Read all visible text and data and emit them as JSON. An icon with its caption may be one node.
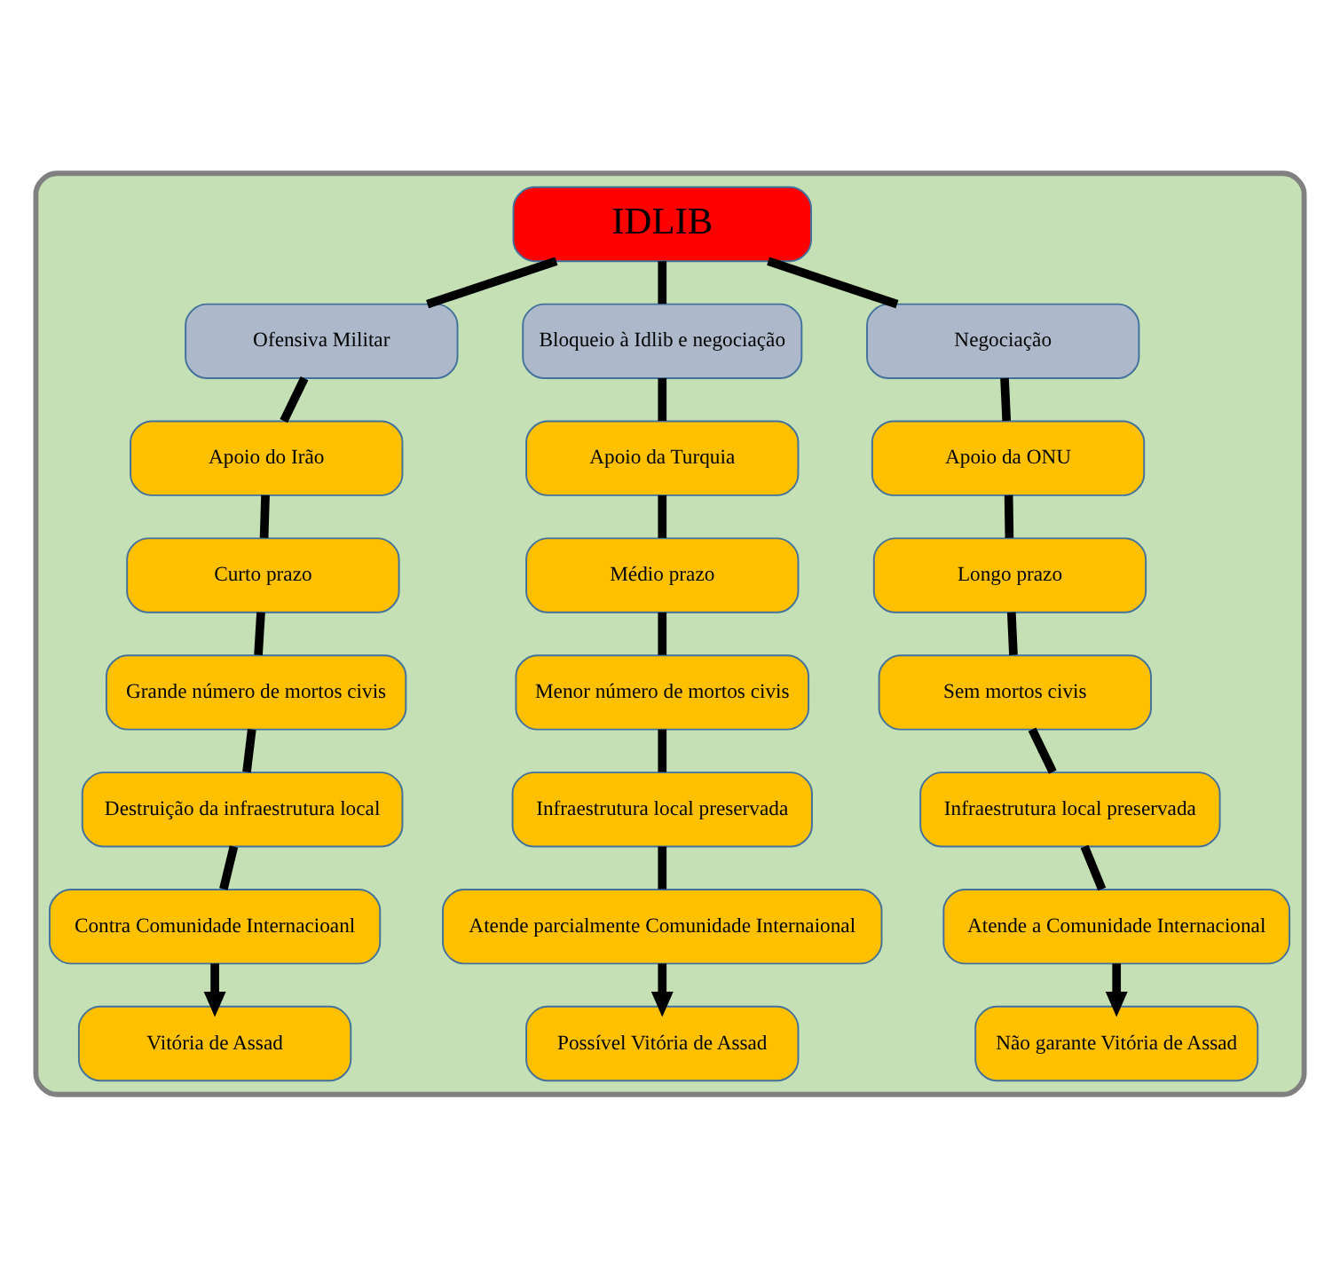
{
  "diagram": {
    "nodes": [
      {
        "text": [],
        "shape": "box"
      },
      {
        "text": [
          "IDLIB"
        ],
        "in": 0
      },
      {
        "text": [
          "Ofensiva Militar"
        ],
        "in": 0
      },
      {
        "text": [
          "Bloqueio à Idlib e negociação"
        ],
        "in": 0
      },
      {
        "text": [
          "Negociação"
        ],
        "in": 0
      },
      {
        "text": [
          "Apoio do Irão"
        ],
        "in": 0
      },
      {
        "text": [
          "Apoio da Turquia"
        ],
        "in": 0
      },
      {
        "text": [
          "Apoio da ONU"
        ],
        "in": 0
      },
      {
        "text": [
          "Curto prazo"
        ],
        "in": 0
      },
      {
        "text": [
          "Médio prazo"
        ],
        "in": 0
      },
      {
        "text": [
          "Longo prazo"
        ],
        "in": 0
      },
      {
        "text": [
          "Grande número de mortos civis"
        ],
        "in": 0
      },
      {
        "text": [
          "Menor número de mortos civis"
        ],
        "in": 0
      },
      {
        "text": [
          "Sem mortos civis"
        ],
        "in": 0
      },
      {
        "text": [
          "Destruição da infraestrutura local"
        ],
        "in": 0
      },
      {
        "text": [
          "Infraestrutura local preservada"
        ],
        "in": 0
      },
      {
        "text": [
          "Infraestrutura local preservada"
        ],
        "in": 0
      },
      {
        "text": [
          "Contra Comunidade Internacioanl"
        ],
        "in": 0
      },
      {
        "text": [
          "Atende parcialmente Comunidade Internaional"
        ],
        "in": 0
      },
      {
        "text": [
          "Atende a Comunidade Internacional"
        ],
        "in": 0
      },
      {
        "text": [
          "Vitória de Assad"
        ],
        "in": 0
      },
      {
        "text": [
          "Possível Vitória de Assad"
        ],
        "in": 0
      },
      {
        "text": [
          "Não garante Vitória de Assad"
        ],
        "in": 0
      }
    ],
    "edges": [
      {
        "from": 1,
        "to": 2,
        "arrow": "none"
      },
      {
        "from": 1,
        "to": 3,
        "arrow": "none"
      },
      {
        "from": 1,
        "to": 4,
        "arrow": "none"
      },
      {
        "from": 2,
        "to": 5,
        "arrow": "none"
      },
      {
        "from": 5,
        "to": 8,
        "arrow": "none"
      },
      {
        "from": 8,
        "to": 11,
        "arrow": "none"
      },
      {
        "from": 11,
        "to": 14,
        "arrow": "none"
      },
      {
        "from": 14,
        "to": 17,
        "arrow": "none"
      },
      {
        "from": 17,
        "to": 20,
        "arrow": "to"
      },
      {
        "from": 3,
        "to": 6,
        "arrow": "none"
      },
      {
        "from": 6,
        "to": 9,
        "arrow": "none"
      },
      {
        "from": 9,
        "to": 12,
        "arrow": "none"
      },
      {
        "from": 12,
        "to": 15,
        "arrow": "none"
      },
      {
        "from": 15,
        "to": 18,
        "arrow": "none"
      },
      {
        "from": 18,
        "to": 21,
        "arrow": "to"
      },
      {
        "from": 4,
        "to": 7,
        "arrow": "none"
      },
      {
        "from": 7,
        "to": 10,
        "arrow": "none"
      },
      {
        "from": 10,
        "to": 13,
        "arrow": "none"
      },
      {
        "from": 13,
        "to": 16,
        "arrow": "none"
      },
      {
        "from": 16,
        "to": 19,
        "arrow": "none"
      },
      {
        "from": 19,
        "to": 22,
        "arrow": "to"
      }
    ]
  }
}
